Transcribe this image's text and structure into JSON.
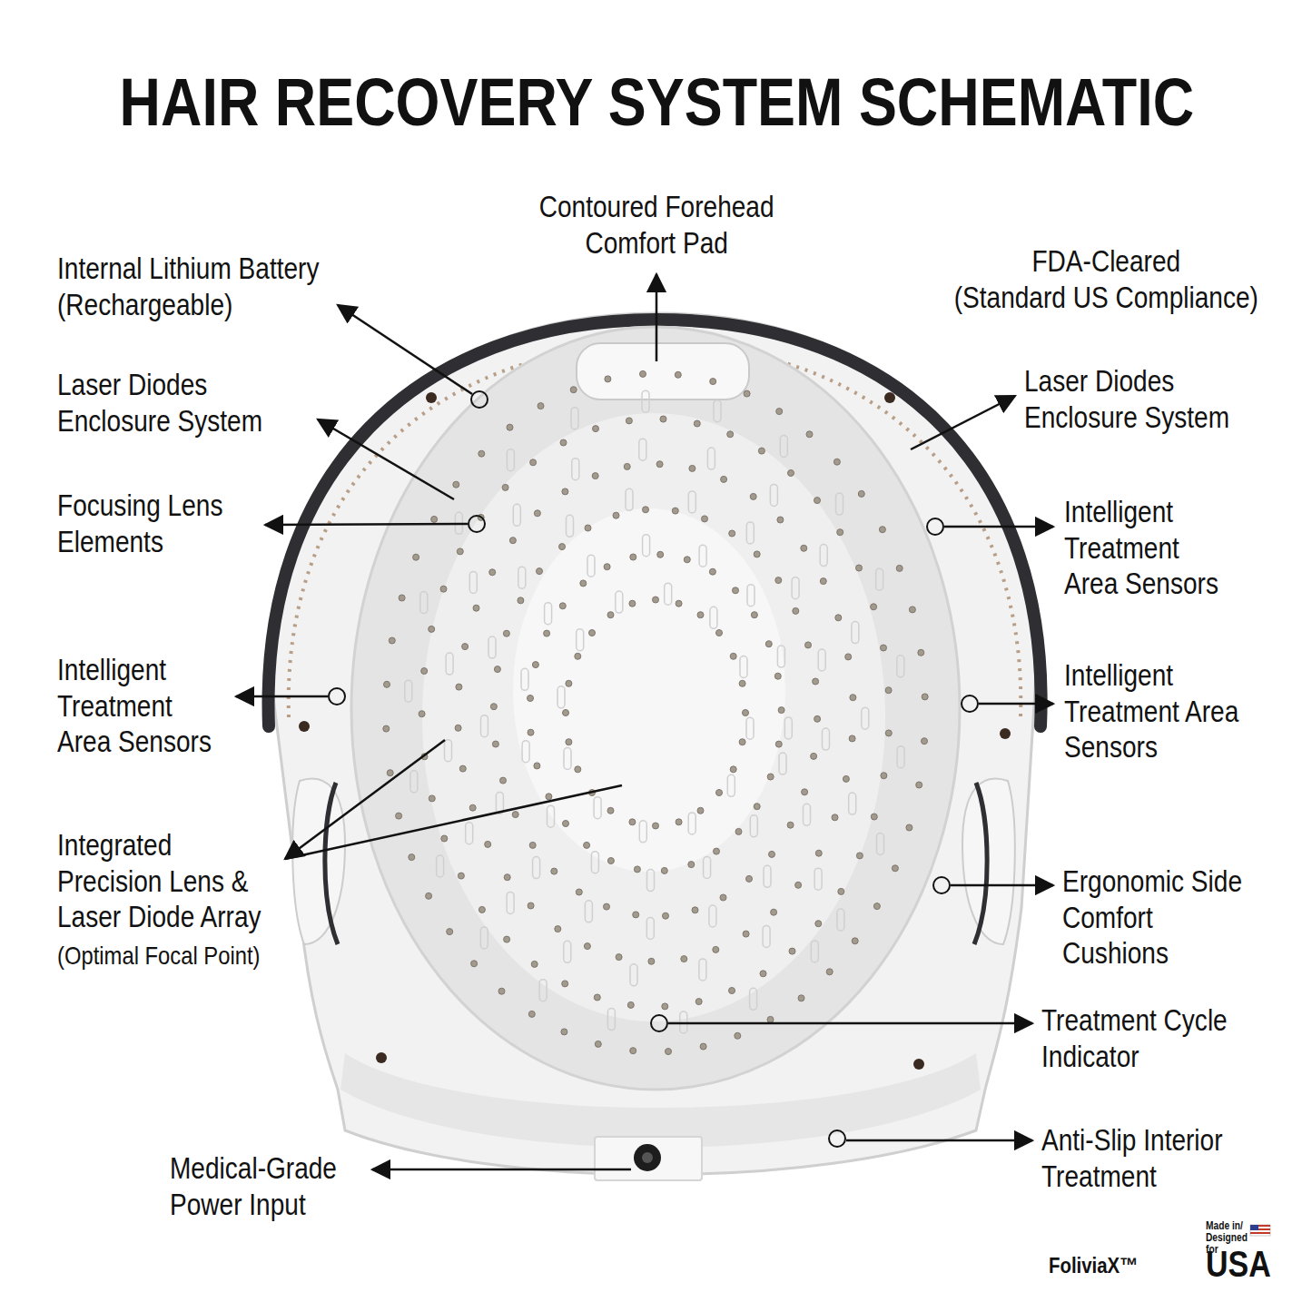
{
  "diagram": {
    "title": "HAIR RECOVERY SYSTEM SCHEMATIC",
    "labels": [
      "Contoured Forehead Comfort Pad",
      "Internal Lithium Battery (Rechargeable)",
      "FDA-Cleared",
      "(Standard US Compliance)",
      "Laser Diodes Enclosure System",
      "Laser Diodes Enclosure System",
      "Focusing Lens Elements",
      "Intelligent Treatment Area Sensors",
      "Intelligent Treatment Area Sensors",
      "Intelligent Treatment Area Sensors",
      "Integrated Precision Lens & Laser Diode Array",
      "(Optimal Focal Point)",
      "Ergonomic Side Comfort Cushions",
      "Treatment Cycle Indicator",
      "Medical-Grade Power Input",
      "Anti-Slip Interior Treatment",
      "Made in/ Designed for",
      "USA",
      "FoliviaX™"
    ]
  }
}
